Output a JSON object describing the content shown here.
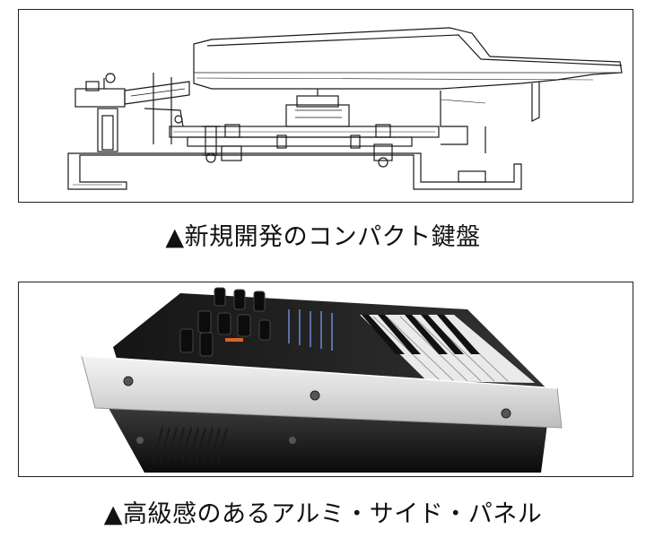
{
  "figures": [
    {
      "caption": "▲新規開発のコンパクト鍵盤",
      "illustration": "keyboard-mechanism-line-drawing"
    },
    {
      "caption": "▲高級感のあるアルミ・サイド・パネル",
      "illustration": "synthesizer-side-view-photo"
    }
  ]
}
